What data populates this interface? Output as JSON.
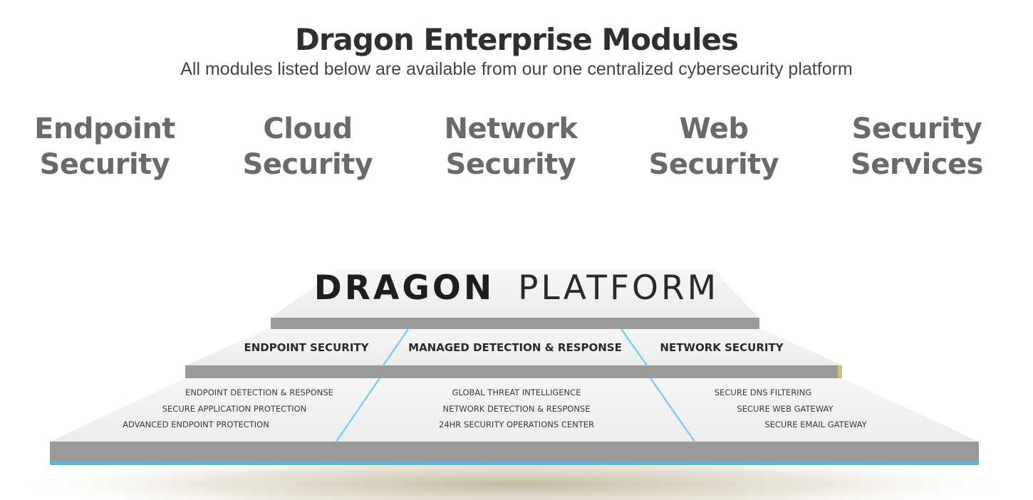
{
  "header": {
    "title": "Dragon Enterprise Modules",
    "subtitle": "All modules listed below are available from our one centralized cybersecurity platform"
  },
  "modules": [
    {
      "line1": "Endpoint",
      "line2": "Security"
    },
    {
      "line1": "Cloud",
      "line2": "Security"
    },
    {
      "line1": "Network",
      "line2": "Security"
    },
    {
      "line1": "Web",
      "line2": "Security"
    },
    {
      "line1": "Security",
      "line2": "Services"
    }
  ],
  "platform": {
    "brand_bold": "DRAGON",
    "brand_light": "PLATFORM",
    "tier2": {
      "left": "ENDPOINT SECURITY",
      "center": "MANAGED DETECTION & RESPONSE",
      "right": "NETWORK SECURITY"
    },
    "tier3": {
      "left": [
        "ENDPOINT DETECTION & RESPONSE",
        "SECURE APPLICATION PROTECTION",
        "ADVANCED ENDPOINT PROTECTION"
      ],
      "center": [
        "GLOBAL THREAT INTELLIGENCE",
        "NETWORK DETECTION & RESPONSE",
        "24HR SECURITY OPERATIONS CENTER"
      ],
      "right": [
        "SECURE DNS FILTERING",
        "SECURE WEB GATEWAY",
        "SECURE EMAIL GATEWAY"
      ]
    }
  },
  "colors": {
    "surface": "#efefef",
    "edge": "#9a9a9a",
    "accent": "#7fd0f0",
    "module_text": "#6a6a6a",
    "title_text": "#2f2f2f"
  }
}
